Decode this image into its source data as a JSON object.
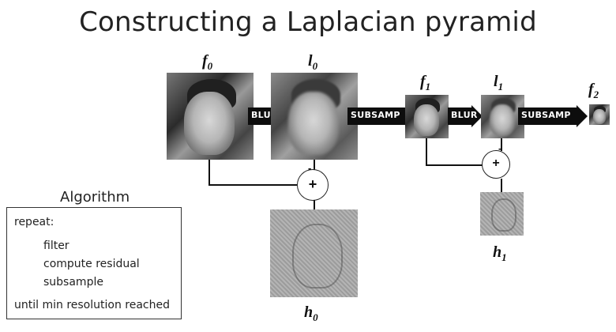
{
  "title": "Constructing a Laplacian pyramid",
  "labels": {
    "f0_base": "f",
    "f0_sub": "0",
    "l0_base": "l",
    "l0_sub": "0",
    "f1_base": "f",
    "f1_sub": "1",
    "l1_base": "l",
    "l1_sub": "1",
    "f2_base": "f",
    "f2_sub": "2",
    "h0_base": "h",
    "h0_sub": "0",
    "h1_base": "h",
    "h1_sub": "1"
  },
  "arrows": {
    "blur_0": "BLUR",
    "subsamp_0": "SUBSAMP",
    "blur_1": "BLUR",
    "subsamp_1": "SUBSAMP"
  },
  "operators": {
    "plus": "+",
    "minus": "-"
  },
  "algorithm": {
    "heading": "Algorithm",
    "lines": [
      "repeat:",
      "filter",
      "compute residual",
      "subsample",
      "until min resolution reached"
    ]
  }
}
